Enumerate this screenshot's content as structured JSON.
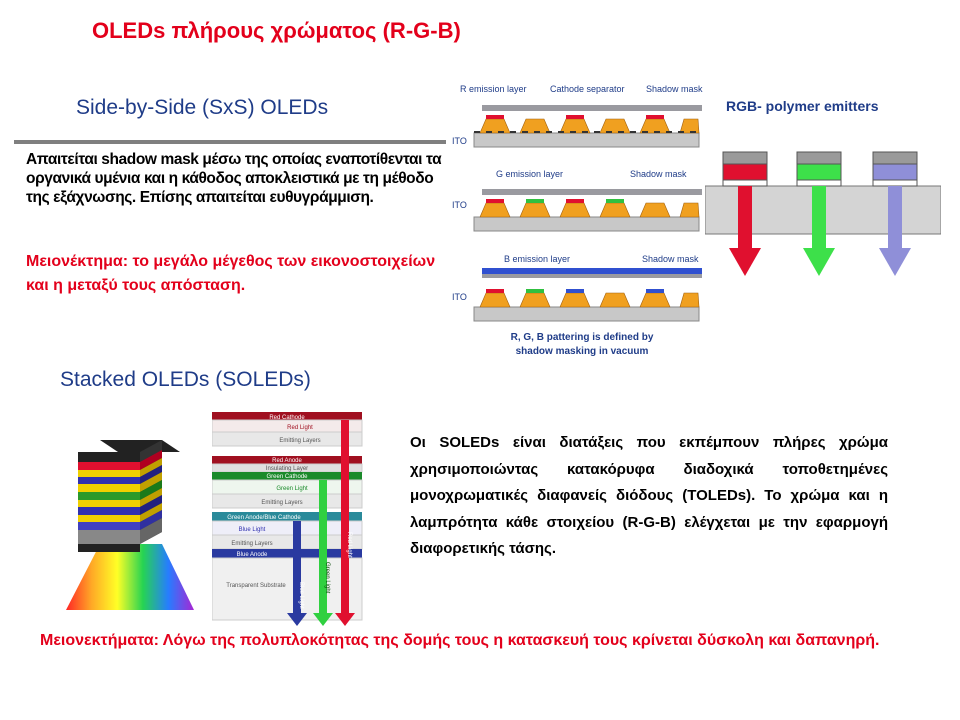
{
  "title": "OLEDs πλήρους χρώματος (R-G-B)",
  "sxs": {
    "heading": "Side-by-Side (SxS) OLEDs",
    "body": "Απαιτείται shadow mask μέσω της οποίας εναποτίθενται τα οργανικά υμένια και η κάθοδος αποκλειστικά με τη μέθοδο της εξάχνωσης. Επίσης απαιτείται ευθυγράμμιση.",
    "disadvantage": "Μειονέκτημα: το μεγάλο μέγεθος των εικονοστοιχείων και η μεταξύ τους απόσταση."
  },
  "diagram_sxs": {
    "r_emission": "R emission layer",
    "cathode_separator": "Cathode separator",
    "shadow_mask": "Shadow mask",
    "g_emission": "G emission layer",
    "b_emission": "B emission layer",
    "ito": "ITO",
    "caption_line1": "R, G, B pattering is defined by",
    "caption_line2": "shadow masking in vacuum"
  },
  "rgb_polymer": {
    "label": "RGB- polymer emitters",
    "colors": [
      "#e0102f",
      "#3de04a",
      "#8f8fd8"
    ]
  },
  "stacked": {
    "heading": "Stacked OLEDs (SOLEDs)",
    "layers": [
      "Red Cathode",
      "Red Light",
      "Emitting Layers",
      "Red Anode",
      "Insulating Layer",
      "Green Cathode",
      "Green Light",
      "Emitting Layers",
      "Green Anode/Blue Cathode",
      "Blue Light",
      "Emitting Layers",
      "Blue Anode",
      "Transparent Substrate"
    ],
    "arrow_labels": [
      "Blue Light",
      "Green Light",
      "Red Light"
    ]
  },
  "soleds_description": "Οι SOLEDs είναι διατάξεις που εκπέμπουν πλήρες χρώμα χρησιμοποιώντας κατακόρυφα διαδοχικά τοποθετημένες μονοχρωματικές διαφανείς διόδους (TOLEDs). Το χρώμα και η λαμπρότητα κάθε στοιχείου (R-G-B) ελέγχεται με την εφαρμογή διαφορετικής τάσης.",
  "bottom_disadvantage": "Μειονεκτήματα: Λόγω της πολυπλοκότητας της δομής τους η κατασκευή τους κρίνεται δύσκολη και δαπανηρή."
}
